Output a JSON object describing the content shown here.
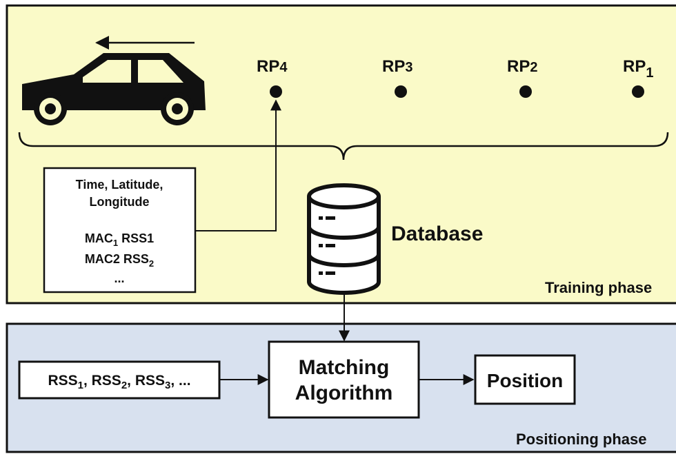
{
  "colors": {
    "training_bg": "#fafac8",
    "positioning_bg": "#d8e1ef",
    "stroke": "#111111",
    "box_fill": "#ffffff"
  },
  "training_phase": {
    "label": "Training phase",
    "vehicle": {
      "icon": "car-icon",
      "direction_icon": "arrow-left-icon"
    },
    "reference_points": [
      {
        "name": "RP",
        "sub": "4"
      },
      {
        "name": "RP",
        "sub": "3"
      },
      {
        "name": "RP",
        "sub": "2"
      },
      {
        "name": "RP",
        "sub": "1"
      }
    ],
    "record_box": {
      "line1": "Time, Latitude,",
      "line2": "Longitude",
      "mac1": "MAC",
      "mac1_sub": "1",
      "rss1": "RSS1",
      "mac2": "MAC2",
      "rss2": "RSS",
      "rss2_sub": "2",
      "ellipsis": "..."
    },
    "database": {
      "label": "Database",
      "icon": "database-icon"
    }
  },
  "positioning_phase": {
    "label": "Positioning phase",
    "rss_input": {
      "p1": "RSS",
      "s1": "1",
      "p2": ", RSS",
      "s2": "2",
      "p3": ", RSS",
      "s3": "3",
      "p4": ", ..."
    },
    "matching": {
      "line1": "Matching",
      "line2": "Algorithm"
    },
    "position": {
      "label": "Position"
    }
  }
}
